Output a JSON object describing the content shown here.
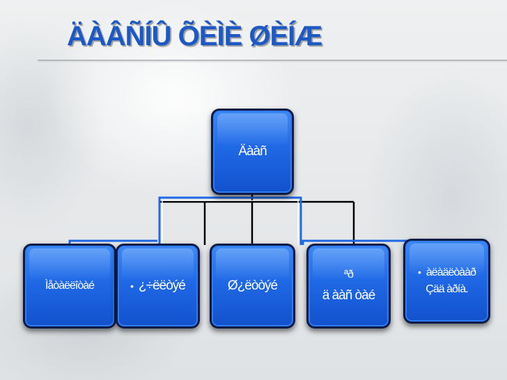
{
  "slide": {
    "title": "ÄÀÂÑÍÛ ÕÈÌÈ ØÈÍÆ"
  },
  "diagram": {
    "root": {
      "label": "Äààñ"
    },
    "children": [
      {
        "lines": [
          "Ìåòàëëîòàé"
        ]
      },
      {
        "bullet": "•",
        "lines": [
          "¿÷ëëòýé"
        ]
      },
      {
        "lines": [
          "Ø¿ëòòýé"
        ]
      },
      {
        "lines": [
          "ªð",
          "ä  ààñ òàé"
        ]
      },
      {
        "bullet": "•",
        "lines": [
          "àëàäëòààð",
          "Çää  àðíà."
        ]
      }
    ]
  }
}
